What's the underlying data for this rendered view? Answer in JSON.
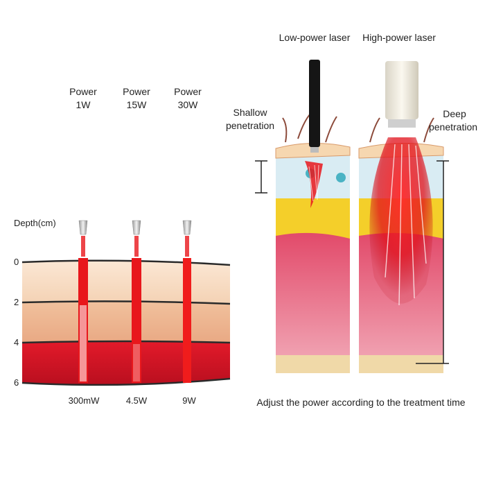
{
  "left_panel": {
    "depth_label": "Depth(cm)",
    "depth_ticks": [
      "0",
      "2",
      "4",
      "6"
    ],
    "probes": [
      {
        "power_label": "Power",
        "power_value": "1W",
        "output": "300mW"
      },
      {
        "power_label": "Power",
        "power_value": "15W",
        "output": "4.5W"
      },
      {
        "power_label": "Power",
        "power_value": "30W",
        "output": "9W"
      }
    ]
  },
  "right_panel": {
    "low_label": "Low-power laser",
    "high_label": "High-power laser",
    "shallow_label_line1": "Shallow",
    "shallow_label_line2": "penetration",
    "deep_label_line1": "Deep",
    "deep_label_line2": "penetration",
    "caption": "Adjust the power according to the treatment time"
  },
  "colors": {
    "beam": "#e8171c",
    "skin_top": "#f6dcc3",
    "skin_mid": "#f2c6a4",
    "muscle": "#d8122a",
    "fat": "#f3d12a",
    "dermis": "#e9738a"
  }
}
